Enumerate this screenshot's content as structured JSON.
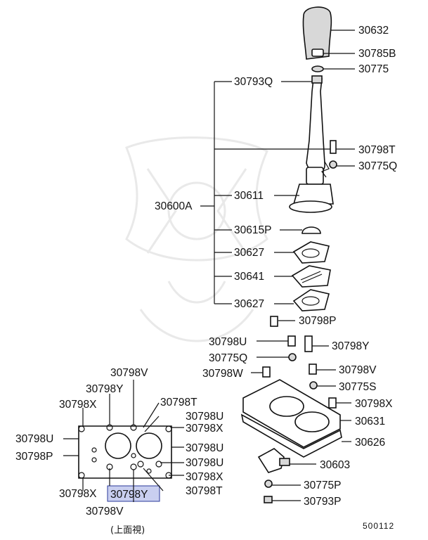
{
  "diagram": {
    "callouts": {
      "c30632": "30632",
      "c30785B": "30785B",
      "c30775a": "30775",
      "c30793Q": "30793Q",
      "c30798T_top": "30798T",
      "c30775Q_top": "30775Q",
      "c30600A": "30600A",
      "c30611": "30611",
      "c30615P": "30615P",
      "c30627a": "30627",
      "c30641": "30641",
      "c30627b": "30627",
      "c30798P_r": "30798P",
      "c30798U_r": "30798U",
      "c30798Y_r": "30798Y",
      "c30775Q_r": "30775Q",
      "c30798W": "30798W",
      "c30798V_r": "30798V",
      "c30775S": "30775S",
      "c30798X_r": "30798X",
      "c30631": "30631",
      "c30626": "30626",
      "c30603": "30603",
      "c30775P": "30775P",
      "c30793P": "30793P",
      "g30798V_top": "30798V",
      "g30798Y_top": "30798Y",
      "g30798X_tl": "30798X",
      "g30798T": "30798T",
      "g30798U_r1": "30798U",
      "g30798X_r1": "30798X",
      "g30798U_l": "30798U",
      "g30798U_r2": "30798U",
      "g30798P_l": "30798P",
      "g30798U_r3": "30798U",
      "g30798X_r2": "30798X",
      "g30798X_bl": "30798X",
      "g30798Y_hl": "30798Y",
      "g30798T_b": "30798T",
      "g30798V_b": "30798V"
    },
    "view_caption": "(上面視)",
    "diagram_number": "500112",
    "highlight_color": "#c9cff0"
  }
}
